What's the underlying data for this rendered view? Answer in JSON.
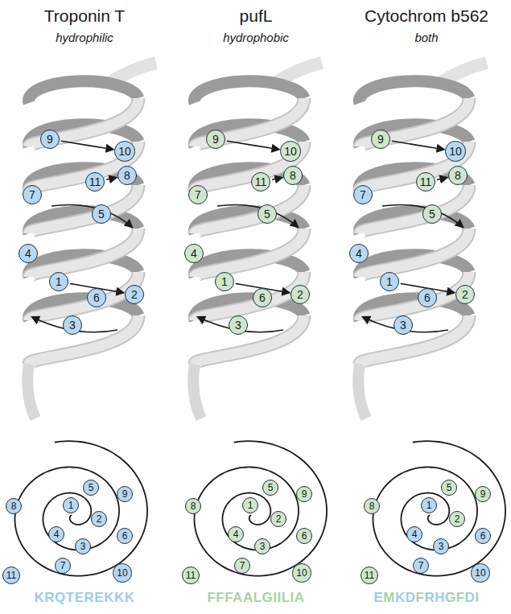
{
  "diagram": {
    "nodes": [
      {
        "text": [
          "1"
        ]
      },
      {
        "text": [
          "2"
        ]
      },
      {
        "text": [
          "3"
        ]
      },
      {
        "text": [
          "4"
        ]
      },
      {
        "text": [
          "5"
        ]
      },
      {
        "text": [
          "6"
        ]
      },
      {
        "text": [
          "7"
        ]
      },
      {
        "text": [
          "8"
        ]
      },
      {
        "text": [
          "9"
        ]
      },
      {
        "text": [
          "10"
        ]
      },
      {
        "text": [
          "11"
        ]
      },
      {
        "text": [
          "1"
        ]
      },
      {
        "text": [
          "2"
        ]
      },
      {
        "text": [
          "3"
        ]
      },
      {
        "text": [
          "4"
        ]
      },
      {
        "text": [
          "5"
        ]
      },
      {
        "text": [
          "6"
        ]
      },
      {
        "text": [
          "7"
        ]
      },
      {
        "text": [
          "8"
        ]
      },
      {
        "text": [
          "9"
        ]
      },
      {
        "text": [
          "10"
        ]
      },
      {
        "text": [
          "11"
        ]
      },
      {
        "text": [
          "1"
        ]
      },
      {
        "text": [
          "2"
        ]
      },
      {
        "text": [
          "3"
        ]
      },
      {
        "text": [
          "4"
        ]
      },
      {
        "text": [
          "5"
        ]
      },
      {
        "text": [
          "6"
        ]
      },
      {
        "text": [
          "7"
        ]
      },
      {
        "text": [
          "8"
        ]
      },
      {
        "text": [
          "9"
        ]
      },
      {
        "text": [
          "10"
        ]
      },
      {
        "text": [
          "11"
        ]
      },
      {
        "text": [
          "1"
        ]
      },
      {
        "text": [
          "2"
        ]
      },
      {
        "text": [
          "3"
        ]
      },
      {
        "text": [
          "4"
        ]
      },
      {
        "text": [
          "5"
        ]
      },
      {
        "text": [
          "6"
        ]
      },
      {
        "text": [
          "7"
        ]
      },
      {
        "text": [
          "8"
        ]
      },
      {
        "text": [
          "9"
        ]
      },
      {
        "text": [
          "10"
        ]
      },
      {
        "text": [
          "11"
        ]
      },
      {
        "text": [
          "1"
        ]
      },
      {
        "text": [
          "2"
        ]
      },
      {
        "text": [
          "3"
        ]
      },
      {
        "text": [
          "4"
        ]
      },
      {
        "text": [
          "5"
        ]
      },
      {
        "text": [
          "6"
        ]
      },
      {
        "text": [
          "7"
        ]
      },
      {
        "text": [
          "8"
        ]
      },
      {
        "text": [
          "9"
        ]
      },
      {
        "text": [
          "10"
        ]
      },
      {
        "text": [
          "11"
        ]
      },
      {
        "text": [
          "1"
        ]
      },
      {
        "text": [
          "2"
        ]
      },
      {
        "text": [
          "3"
        ]
      },
      {
        "text": [
          "4"
        ]
      },
      {
        "text": [
          "5"
        ]
      },
      {
        "text": [
          "6"
        ]
      },
      {
        "text": [
          "7"
        ]
      },
      {
        "text": [
          "8"
        ]
      },
      {
        "text": [
          "9"
        ]
      },
      {
        "text": [
          "10"
        ]
      },
      {
        "text": [
          "11"
        ]
      }
    ],
    "edges": [
      {
        "from": 8,
        "to": 9,
        "arrow": "to"
      },
      {
        "from": 10,
        "to": 7,
        "arrow": "to"
      },
      {
        "from": 0,
        "to": 1,
        "arrow": "to"
      },
      {
        "from": 30,
        "to": 31,
        "arrow": "to"
      },
      {
        "from": 32,
        "to": 29,
        "arrow": "to"
      },
      {
        "from": 22,
        "to": 23,
        "arrow": "to"
      },
      {
        "from": 52,
        "to": 53,
        "arrow": "to"
      },
      {
        "from": 54,
        "to": 51,
        "arrow": "to"
      },
      {
        "from": 44,
        "to": 45,
        "arrow": "to"
      }
    ],
    "labels": [
      "Troponin T",
      "hydrophilic",
      "pufL",
      "hydrophobic",
      "Cytochrom b562",
      "both",
      "KRQTEREKKK",
      "FFFAALGIILIA",
      "EMKDFRHGFDI"
    ]
  }
}
